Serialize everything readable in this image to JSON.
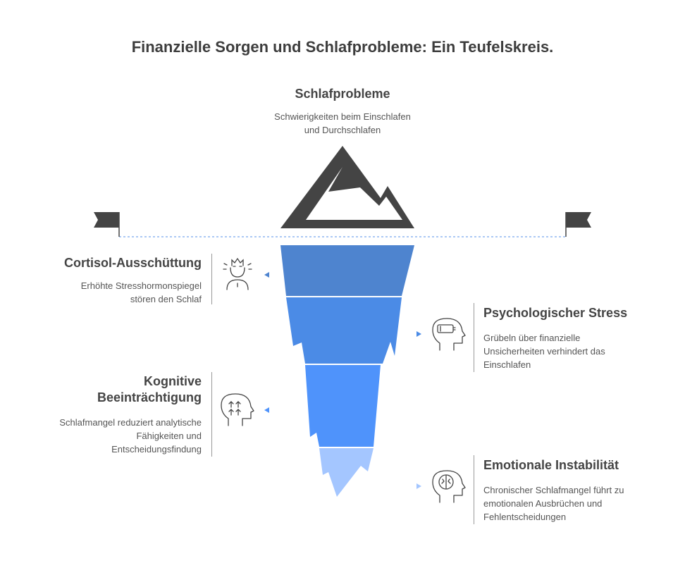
{
  "title": "Finanzielle Sorgen und Schlafprobleme: Ein Teufelskreis.",
  "tip": {
    "heading": "Schlafprobleme",
    "desc_line1": "Schwierigkeiten beim Einschlafen",
    "desc_line2": "und Durchschlafen",
    "icon": "mountain-icon"
  },
  "items": [
    {
      "side": "left",
      "heading_line1": "Cortisol-Ausschüttung",
      "desc_line1": "Erhöhte Stresshormonspiegel",
      "desc_line2": "stören den Schlaf",
      "icon": "stressed-person-icon",
      "color": "#4e84cf"
    },
    {
      "side": "right",
      "heading_line1": "Psychologischer Stress",
      "desc_line1": "Grübeln über finanzielle",
      "desc_line2": "Unsicherheiten verhindert das",
      "desc_line3": "Einschlafen",
      "icon": "head-battery-icon",
      "color": "#4b8be6"
    },
    {
      "side": "left",
      "heading_line1": "Kognitive",
      "heading_line2": "Beeinträchtigung",
      "desc_line1": "Schlafmangel reduziert analytische",
      "desc_line2": "Fähigkeiten und",
      "desc_line3": "Entscheidungsfindung",
      "icon": "head-arrows-icon",
      "color": "#4f93fb"
    },
    {
      "side": "right",
      "heading_line1": "Emotionale Instabilität",
      "desc_line1": "Chronischer Schlafmangel führt zu",
      "desc_line2": "emotionalen Ausbrüchen und",
      "desc_line3": "Fehlentscheidungen",
      "icon": "head-brain-icon",
      "color": "#a4c6ff"
    }
  ],
  "colors": {
    "mountain": "#444444",
    "waterline": "#7aa8ee",
    "flag": "#444444"
  }
}
